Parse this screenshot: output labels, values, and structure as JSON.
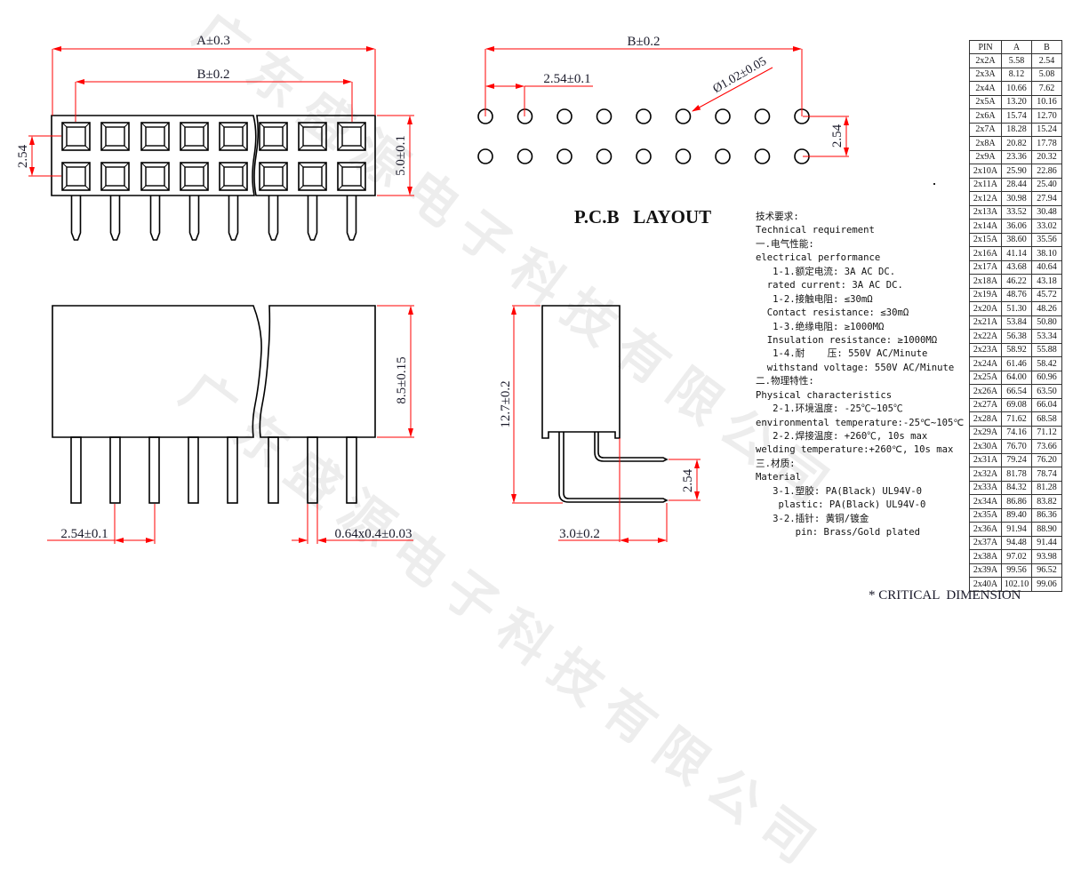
{
  "watermark": "广东盛源电子科技有限公司",
  "front_view": {
    "dim_A": "A±0.3",
    "dim_B": "B±0.2",
    "dim_pitch_rows": "2.54",
    "dim_height": "5.0±0.1"
  },
  "pcb_layout": {
    "title": "P.C.B   LAYOUT",
    "dim_B": "B±0.2",
    "dim_pitch": "2.54±0.1",
    "dim_hole": "Ø1.02±0.05",
    "dim_row_pitch": "2.54"
  },
  "side_view": {
    "dim_body_height": "8.5±0.15",
    "dim_pitch": "2.54±0.1",
    "dim_pin_size": "0.64x0.4±0.03"
  },
  "end_view": {
    "dim_total_height": "12.7±0.2",
    "dim_row_pitch": "2.54",
    "dim_offset": "3.0±0.2"
  },
  "spec_lines": [
    "技术要求:",
    "Technical requirement",
    "一.电气性能:",
    "electrical performance",
    "   1-1.额定电流: 3A AC DC.",
    "  rated current: 3A AC DC.",
    "   1-2.接触电阻: ≤30mΩ",
    "  Contact resistance: ≤30mΩ",
    "   1-3.绝缘电阻: ≥1000MΩ",
    "  Insulation resistance: ≥1000MΩ",
    "   1-4.耐    压: 550V AC/Minute",
    "  withstand voltage: 550V AC/Minute",
    "二.物理特性:",
    "Physical characteristics",
    "   2-1.环境温度: -25℃~105℃",
    "environmental temperature:-25℃~105℃",
    "   2-2.焊接温度: +260℃, 10s max",
    "welding temperature:+260℃, 10s max",
    "三.材质:",
    "Material",
    "   3-1.塑胶: PA(Black) UL94V-0",
    "    plastic: PA(Black) UL94V-0",
    "   3-2.插针: 黄铜/镀金",
    "       pin: Brass/Gold plated"
  ],
  "pin_table": {
    "headers": [
      "PIN",
      "A",
      "B"
    ],
    "rows": [
      [
        "2x2A",
        "5.58",
        "2.54"
      ],
      [
        "2x3A",
        "8.12",
        "5.08"
      ],
      [
        "2x4A",
        "10.66",
        "7.62"
      ],
      [
        "2x5A",
        "13.20",
        "10.16"
      ],
      [
        "2x6A",
        "15.74",
        "12.70"
      ],
      [
        "2x7A",
        "18.28",
        "15.24"
      ],
      [
        "2x8A",
        "20.82",
        "17.78"
      ],
      [
        "2x9A",
        "23.36",
        "20.32"
      ],
      [
        "2x10A",
        "25.90",
        "22.86"
      ],
      [
        "2x11A",
        "28.44",
        "25.40"
      ],
      [
        "2x12A",
        "30.98",
        "27.94"
      ],
      [
        "2x13A",
        "33.52",
        "30.48"
      ],
      [
        "2x14A",
        "36.06",
        "33.02"
      ],
      [
        "2x15A",
        "38.60",
        "35.56"
      ],
      [
        "2x16A",
        "41.14",
        "38.10"
      ],
      [
        "2x17A",
        "43.68",
        "40.64"
      ],
      [
        "2x18A",
        "46.22",
        "43.18"
      ],
      [
        "2x19A",
        "48.76",
        "45.72"
      ],
      [
        "2x20A",
        "51.30",
        "48.26"
      ],
      [
        "2x21A",
        "53.84",
        "50.80"
      ],
      [
        "2x22A",
        "56.38",
        "53.34"
      ],
      [
        "2x23A",
        "58.92",
        "55.88"
      ],
      [
        "2x24A",
        "61.46",
        "58.42"
      ],
      [
        "2x25A",
        "64.00",
        "60.96"
      ],
      [
        "2x26A",
        "66.54",
        "63.50"
      ],
      [
        "2x27A",
        "69.08",
        "66.04"
      ],
      [
        "2x28A",
        "71.62",
        "68.58"
      ],
      [
        "2x29A",
        "74.16",
        "71.12"
      ],
      [
        "2x30A",
        "76.70",
        "73.66"
      ],
      [
        "2x31A",
        "79.24",
        "76.20"
      ],
      [
        "2x32A",
        "81.78",
        "78.74"
      ],
      [
        "2x33A",
        "84.32",
        "81.28"
      ],
      [
        "2x34A",
        "86.86",
        "83.82"
      ],
      [
        "2x35A",
        "89.40",
        "86.36"
      ],
      [
        "2x36A",
        "91.94",
        "88.90"
      ],
      [
        "2x37A",
        "94.48",
        "91.44"
      ],
      [
        "2x38A",
        "97.02",
        "93.98"
      ],
      [
        "2x39A",
        "99.56",
        "96.52"
      ],
      [
        "2x40A",
        "102.10",
        "99.06"
      ]
    ]
  },
  "critical_note": "* CRITICAL  DIMENSION",
  "colors": {
    "dimension": "#ff0000",
    "outline": "#000000",
    "text": "#1a1a2a"
  }
}
